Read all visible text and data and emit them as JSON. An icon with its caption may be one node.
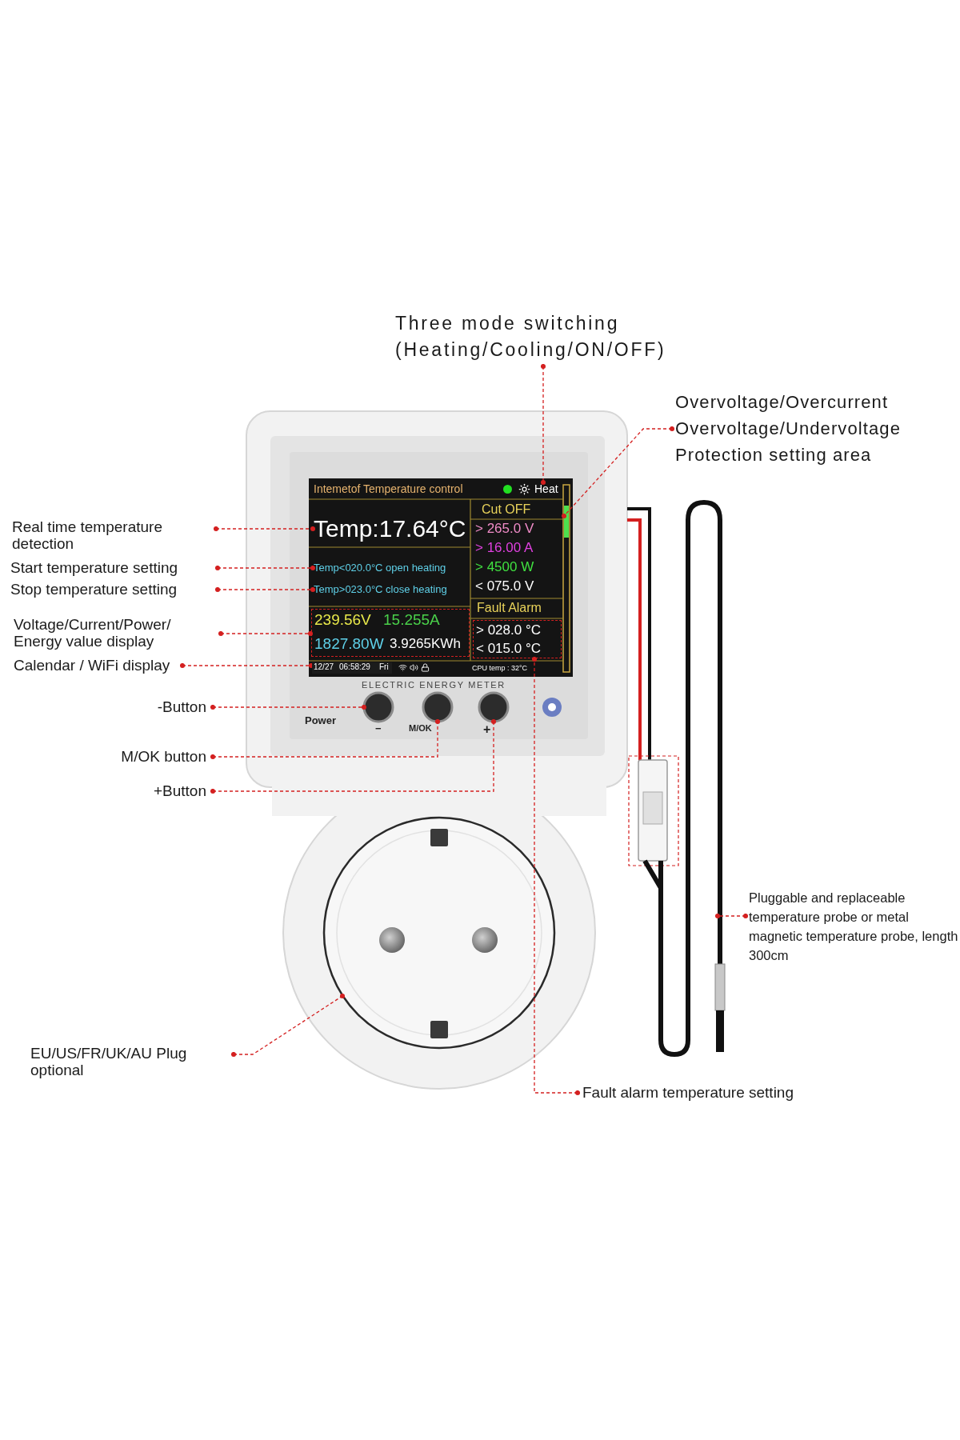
{
  "diagram": {
    "nodes": [
      {
        "text": [
          "Three mode switching (Heating/Cooling/ON/OFF)"
        ]
      },
      {
        "text": [
          "Overvoltage/Overcurrent Overvoltage/Undervoltage Protection setting area"
        ]
      },
      {
        "text": [
          "Real time temperature detection"
        ]
      },
      {
        "text": [
          "Start temperature setting"
        ]
      },
      {
        "text": [
          "Stop temperature setting"
        ]
      },
      {
        "text": [
          "Voltage/Current/Power/ Energy value display"
        ]
      },
      {
        "text": [
          "Calendar / WiFi display"
        ]
      },
      {
        "text": [
          "-Button"
        ]
      },
      {
        "text": [
          "M/OK button"
        ]
      },
      {
        "text": [
          "+Button"
        ]
      },
      {
        "text": [
          "EU/US/FR/UK/AU Plug optional"
        ]
      },
      {
        "text": [
          "Fault alarm temperature setting"
        ]
      },
      {
        "text": [
          "Pluggable and replaceable temperature probe or metal magnetic temperature probe, length 300cm"
        ]
      },
      {
        "text": [
          "Heat"
        ]
      },
      {
        "text": [],
        "shape": "bar"
      },
      {
        "text": [
          "Temp:17.64°C"
        ]
      },
      {
        "text": [
          "Temp<020.0°C open heating"
        ]
      },
      {
        "text": [
          "Temp>023.0°C close heating"
        ]
      },
      {
        "text": [
          "239.56V",
          "15.255A",
          "1827.80W",
          "3.9265KWh"
        ]
      },
      {
        "text": [
          "12/27",
          "06:58:29",
          "Fri"
        ]
      },
      {
        "text": [],
        "shape": "circle",
        "beside": [
          "Power",
          "−"
        ]
      },
      {
        "text": [],
        "shape": "circle",
        "beside": [
          "M/OK"
        ]
      },
      {
        "text": [],
        "shape": "circle",
        "beside": [
          "+"
        ]
      },
      {
        "text": [],
        "shape": "circle"
      },
      {
        "text": [
          "> 028.0 °C",
          "< 015.0 °C"
        ]
      },
      {
        "text": [],
        "shape": "cable"
      }
    ],
    "edges": [
      {
        "from": 0,
        "to": 13,
        "arrow": "other"
      },
      {
        "from": 1,
        "to": 14,
        "arrow": "other"
      },
      {
        "from": 2,
        "to": 15,
        "arrow": "other"
      },
      {
        "from": 3,
        "to": 16,
        "arrow": "other"
      },
      {
        "from": 4,
        "to": 17,
        "arrow": "other"
      },
      {
        "from": 5,
        "to": 18,
        "arrow": "other"
      },
      {
        "from": 6,
        "to": 19,
        "arrow": "other"
      },
      {
        "from": 7,
        "to": 20,
        "arrow": "other"
      },
      {
        "from": 8,
        "to": 21,
        "arrow": "other"
      },
      {
        "from": 9,
        "to": 22,
        "arrow": "other"
      },
      {
        "from": 10,
        "to": 23,
        "arrow": "other"
      },
      {
        "from": 11,
        "to": 24,
        "arrow": "other"
      },
      {
        "from": 12,
        "to": 25,
        "arrow": "other"
      }
    ],
    "labels": [
      "Intemetof Temperature control",
      "Cut OFF",
      "> 265.0 V",
      "> 16.00 A",
      "> 4500 W",
      "< 075.0 V",
      "Fault Alarm",
      "CPU temp : 32°C",
      "ELECTRIC ENERGY METER"
    ]
  }
}
